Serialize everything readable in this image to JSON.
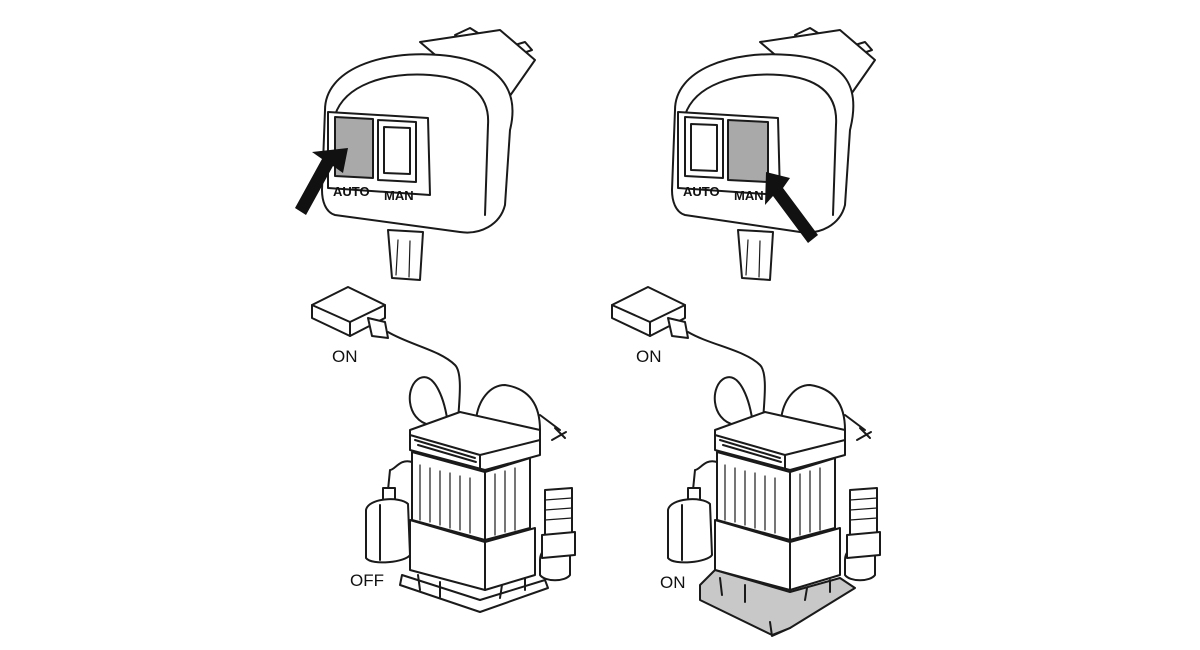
{
  "panels": [
    {
      "plug": {
        "left_button": "AUTO",
        "right_button": "MAN",
        "pressed": "AUTO"
      },
      "float_top_label": "ON",
      "float_bottom_label": "OFF",
      "base_shaded": false
    },
    {
      "plug": {
        "left_button": "AUTO",
        "right_button": "MAN",
        "pressed": "MAN"
      },
      "float_top_label": "ON",
      "float_bottom_label": "ON",
      "base_shaded": true
    }
  ],
  "colors": {
    "line": "#1a1a1a",
    "pressed_button": "#a9a9a9",
    "base_shaded": "#c8c8c8",
    "background": "#ffffff"
  }
}
